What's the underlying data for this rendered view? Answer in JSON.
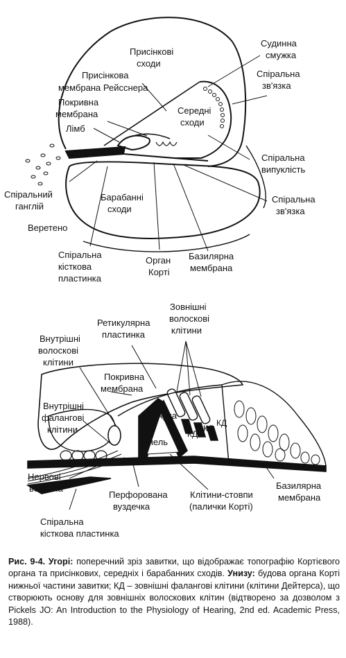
{
  "top_diagram": {
    "labels": {
      "vestibular_duct_1": "Присінкові",
      "vestibular_duct_2": "сходи",
      "reissner_1": "Присінкова",
      "reissner_2": "мембрана Рейсснера",
      "stria_1": "Судинна",
      "stria_2": "смужка",
      "spiral_lig_top_1": "Спіральна",
      "spiral_lig_top_2": "зв'язка",
      "tectorial_1": "Покривна",
      "tectorial_2": "мембрана",
      "scala_media_1": "Середні",
      "scala_media_2": "сходи",
      "limbus": "Лімб",
      "spiral_prominence_1": "Спіральна",
      "spiral_prominence_2": "випуклість",
      "spiral_ganglion_1": "Спіральний",
      "spiral_ganglion_2": "ганглій",
      "scala_tympani_1": "Барабанні",
      "scala_tympani_2": "сходи",
      "spiral_lig_bottom_1": "Спіральна",
      "spiral_lig_bottom_2": "зв'язка",
      "modiolus": "Веретено",
      "osseous_lamina_1": "Спіральна",
      "osseous_lamina_2": "кісткова",
      "osseous_lamina_3": "пластинка",
      "organ_corti_1": "Орган",
      "organ_corti_2": "Корті",
      "basilar_1": "Базилярна",
      "basilar_2": "мембрана"
    }
  },
  "bottom_diagram": {
    "labels": {
      "outer_hair_1": "Зовнішні",
      "outer_hair_2": "волоскові",
      "outer_hair_3": "клітини",
      "reticular_1": "Ретикулярна",
      "reticular_2": "пластинка",
      "inner_hair_1": "Внутрішні",
      "inner_hair_2": "волоскові",
      "inner_hair_3": "клітини",
      "tectorial_1": "Покривна",
      "tectorial_2": "мембрана",
      "inner_phal_1": "Внутрішні",
      "inner_phal_2": "фалангові",
      "inner_phal_3": "клітини",
      "arch": "Арка",
      "tunnel": "Тунель",
      "kd_1": "КД",
      "kd_2": "КД",
      "kd_3": "КД",
      "nerve_1": "Нервові",
      "nerve_2": "волокна",
      "perforated_1": "Перфорована",
      "perforated_2": "вуздечка",
      "pillar_1": "Клітини-стовпи",
      "pillar_2": "(палички Корті)",
      "basilar_1": "Базилярна",
      "basilar_2": "мембрана",
      "osseous_1": "Спіральна",
      "osseous_2": "кісткова пластинка"
    }
  },
  "caption": {
    "fig_label": "Рис. 9-4.",
    "top_label": "Угорі:",
    "top_text": "поперечний зріз завитки, що відображає топографію Кортієвого органа та присінкових, середніх і барабанних сходів.",
    "bottom_label": "Унизу:",
    "bottom_text": "будова органа Корті нижньої частини завитки; КД – зовнішні фалангові клітини (клітини Дейтерса), що створюють основу для зовнішніх волоскових клітин (відтворено за дозволом з Pickels JO: An Introduction to the Physiology of Hearing, 2nd ed. Academic Press, 1988)."
  }
}
